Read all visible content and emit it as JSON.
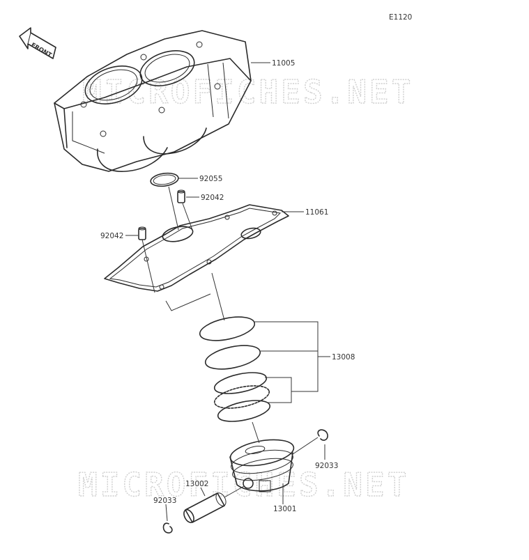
{
  "diagram": {
    "code": "E1120",
    "front_label": "FRONT",
    "watermark": "MICROFICHES.NET",
    "parts": [
      {
        "id": "cylinder",
        "number": "11005"
      },
      {
        "id": "oring",
        "number": "92055"
      },
      {
        "id": "dowel-top",
        "number": "92042"
      },
      {
        "id": "gasket",
        "number": "11061"
      },
      {
        "id": "dowel-left",
        "number": "92042"
      },
      {
        "id": "ring-set",
        "number": "13008"
      },
      {
        "id": "circlip-right",
        "number": "92033"
      },
      {
        "id": "piston-pin",
        "number": "13002"
      },
      {
        "id": "circlip-left",
        "number": "92033"
      },
      {
        "id": "piston",
        "number": "13001"
      }
    ]
  }
}
